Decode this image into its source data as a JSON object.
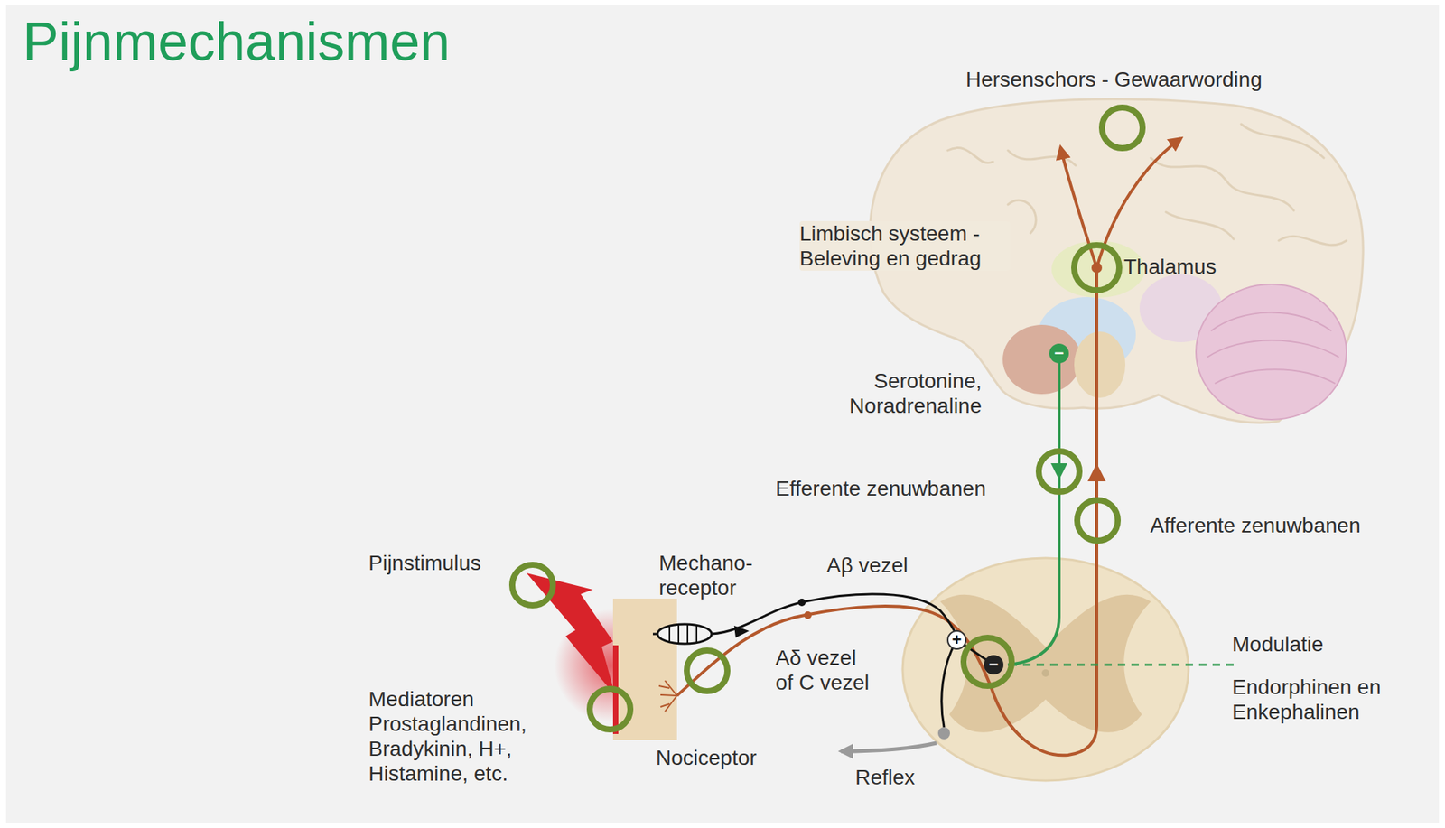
{
  "diagram": {
    "title": "Pijnmechanismen",
    "labels": [
      "Hersenschors - Gewaarwording",
      "Limbisch systeem - Beleving en gedrag",
      "Thalamus",
      "Serotonine, Noradrenaline",
      "Efferente zenuwbanen",
      "Afferente zenuwbanen",
      "Pijnstimulus",
      "Mechano- receptor",
      "Aβ vezel",
      "Modulatie",
      "Aδ vezel of C vezel",
      "Endorphinen en Enkephalinen",
      "Mediatoren Prostaglandinen, Bradykinin, H+, Histamine, etc.",
      "Nociceptor",
      "Reflex",
      "+",
      "−",
      "−"
    ]
  }
}
